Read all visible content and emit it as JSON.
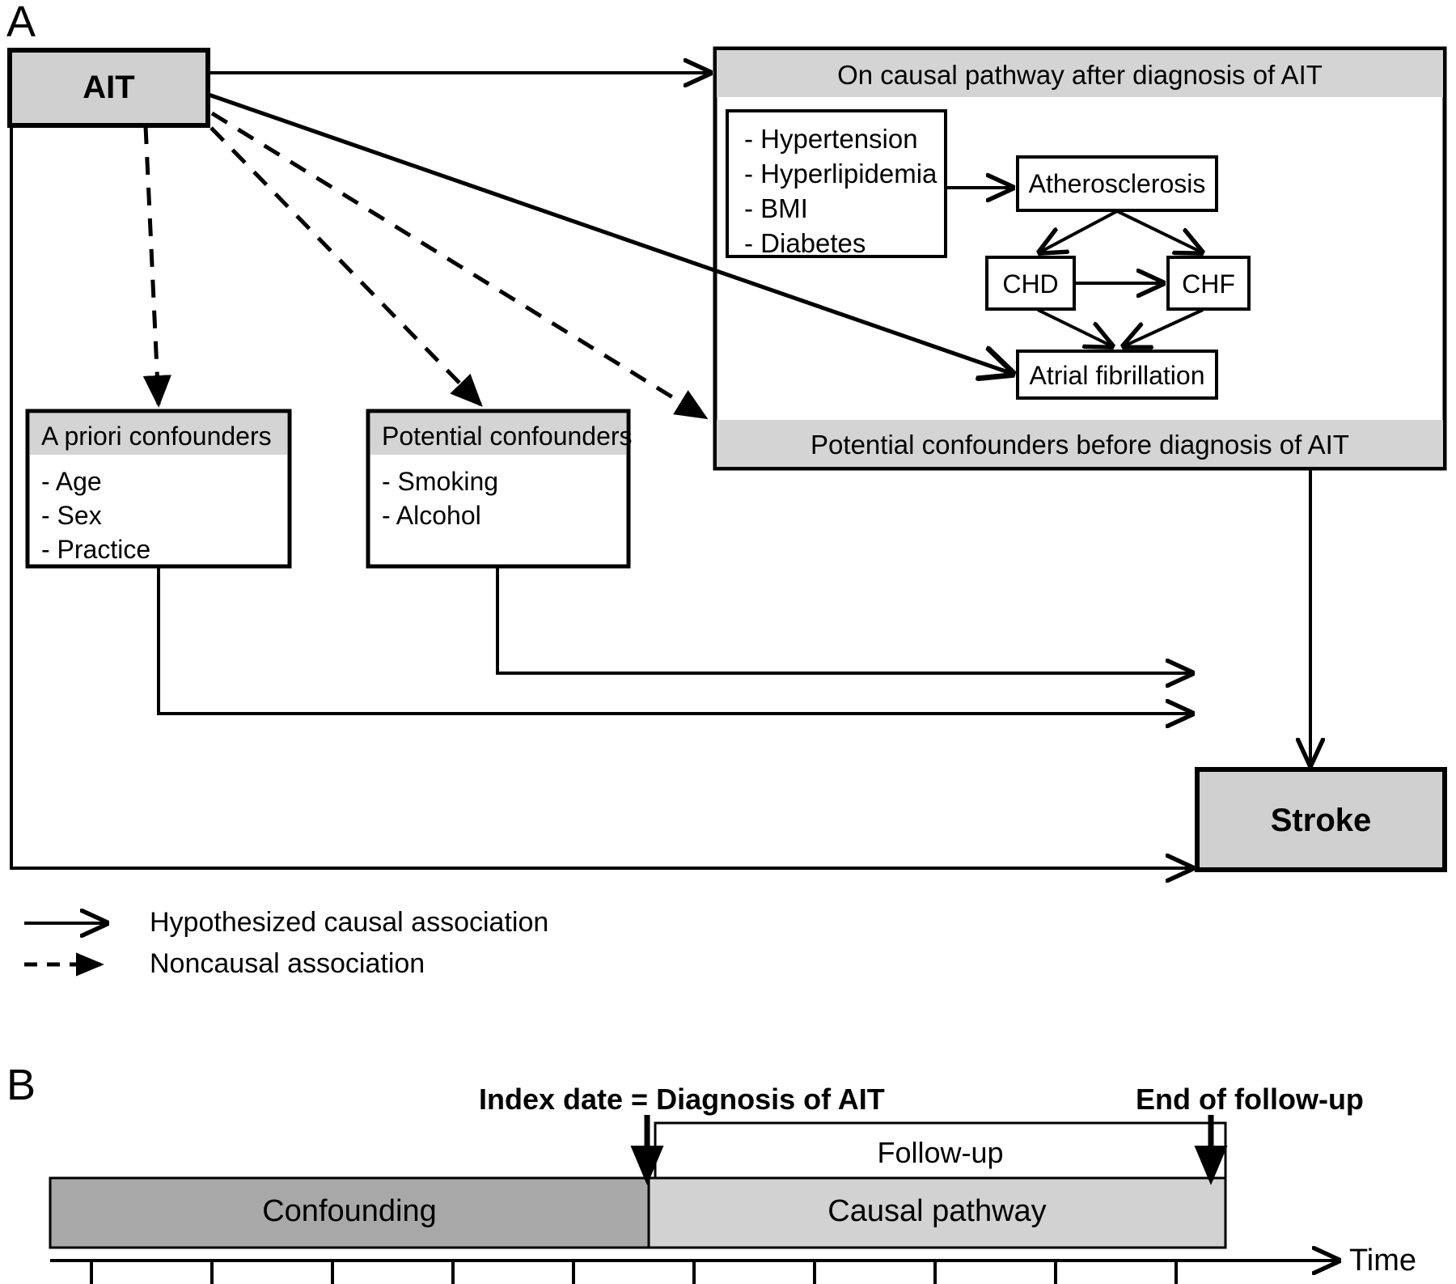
{
  "figure": {
    "panels": [
      {
        "letter": "A"
      },
      {
        "letter": "B"
      }
    ]
  },
  "panel_a": {
    "exposure_box": {
      "label": "AIT"
    },
    "outcome_box": {
      "label": "Stroke"
    },
    "causal_pathway_group": {
      "header": "On causal pathway after diagnosis of AIT",
      "footer": "Potential confounders before diagnosis of AIT",
      "risk_factor_box": {
        "items": [
          "- Hypertension",
          "- Hyperlipidemia",
          "- BMI",
          "- Diabetes"
        ]
      },
      "nodes": [
        {
          "label": "Atherosclerosis"
        },
        {
          "label": "CHD"
        },
        {
          "label": "CHF"
        },
        {
          "label": "Atrial fibrillation"
        }
      ]
    },
    "a_priori_confounders": {
      "header": "A priori confounders",
      "items": [
        "- Age",
        "- Sex",
        "- Practice"
      ]
    },
    "potential_confounders": {
      "header": "Potential confounders",
      "items": [
        "- Smoking",
        "- Alcohol"
      ]
    },
    "legend": [
      {
        "style": "solid",
        "label": "Hypothesized causal association"
      },
      {
        "style": "dashed",
        "label": "Noncausal association"
      }
    ]
  },
  "panel_b": {
    "index_label": "Index date = Diagnosis of AIT",
    "end_label": "End of follow-up",
    "followup_label": "Follow-up",
    "confounding_label": "Confounding",
    "causal_label": "Causal pathway",
    "axis_label": "Time",
    "ticks": 10
  },
  "colors": {
    "box_fill_gray": "#d0d0d0",
    "band_fill_gray": "#d4d4d4",
    "confounding_fill": "#a8a8a8",
    "causal_fill": "#d2d2d2",
    "stroke_black": "#000000",
    "white": "#ffffff"
  }
}
